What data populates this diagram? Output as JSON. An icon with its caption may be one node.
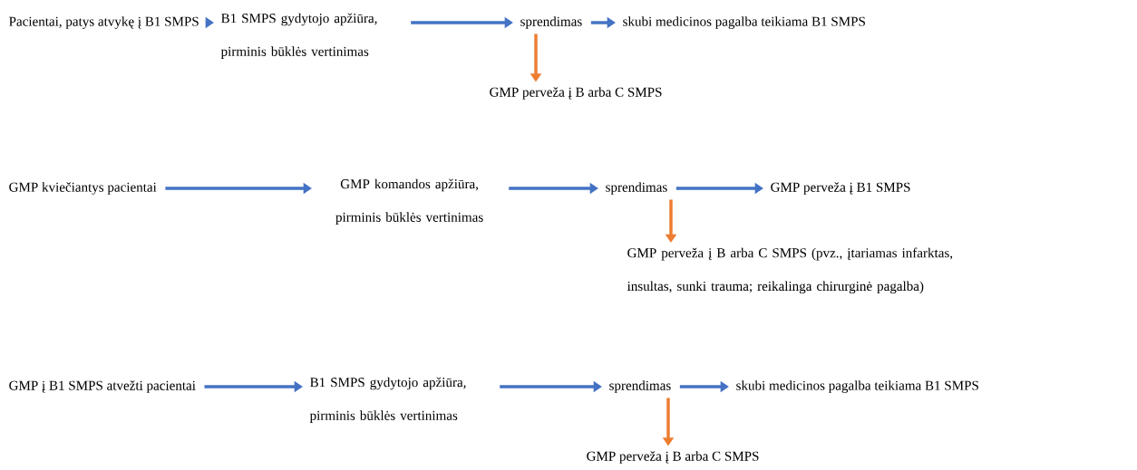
{
  "diagram": {
    "nodes": [
      {
        "text": [
          "Pacientai, patys atvykę į B1 SMPS"
        ]
      },
      {
        "text": [
          "B1 SMPS gydytojo apžiūra, pirminis būklės vertinimas"
        ]
      },
      {
        "text": [
          "sprendimas"
        ]
      },
      {
        "text": [
          "skubi medicinos pagalba teikiama B1 SMPS"
        ]
      },
      {
        "text": [
          "GMP perveža į B arba C SMPS"
        ]
      },
      {
        "text": [
          "GMP kviečiantys pacientai"
        ]
      },
      {
        "text": [
          "GMP komandos apžiūra, pirminis būklės vertinimas"
        ]
      },
      {
        "text": [
          "sprendimas"
        ]
      },
      {
        "text": [
          "GMP perveža į B1 SMPS"
        ]
      },
      {
        "text": [
          "GMP perveža į B arba C SMPS (pvz., įtariamas infarktas, insultas, sunki trauma; reikalinga chirurginė pagalba)"
        ]
      },
      {
        "text": [
          "GMP į B1 SMPS atvežti pacientai"
        ]
      },
      {
        "text": [
          "B1 SMPS gydytojo apžiūra, pirminis būklės vertinimas"
        ]
      },
      {
        "text": [
          "sprendimas"
        ]
      },
      {
        "text": [
          "skubi medicinos pagalba teikiama B1 SMPS"
        ]
      },
      {
        "text": [
          "GMP perveža į B arba C SMPS"
        ]
      }
    ],
    "edges": [
      {
        "from": 0,
        "to": 1,
        "arrow": "to"
      },
      {
        "from": 1,
        "to": 2,
        "arrow": "to"
      },
      {
        "from": 2,
        "to": 3,
        "arrow": "to"
      },
      {
        "from": 2,
        "to": 4,
        "arrow": "to",
        "color": "#ed7d31"
      },
      {
        "from": 5,
        "to": 6,
        "arrow": "to"
      },
      {
        "from": 6,
        "to": 7,
        "arrow": "to"
      },
      {
        "from": 7,
        "to": 8,
        "arrow": "to"
      },
      {
        "from": 7,
        "to": 9,
        "arrow": "to",
        "color": "#ed7d31"
      },
      {
        "from": 10,
        "to": 11,
        "arrow": "to"
      },
      {
        "from": 11,
        "to": 12,
        "arrow": "to"
      },
      {
        "from": 12,
        "to": 13,
        "arrow": "to"
      },
      {
        "from": 12,
        "to": 14,
        "arrow": "to",
        "color": "#ed7d31"
      }
    ]
  }
}
